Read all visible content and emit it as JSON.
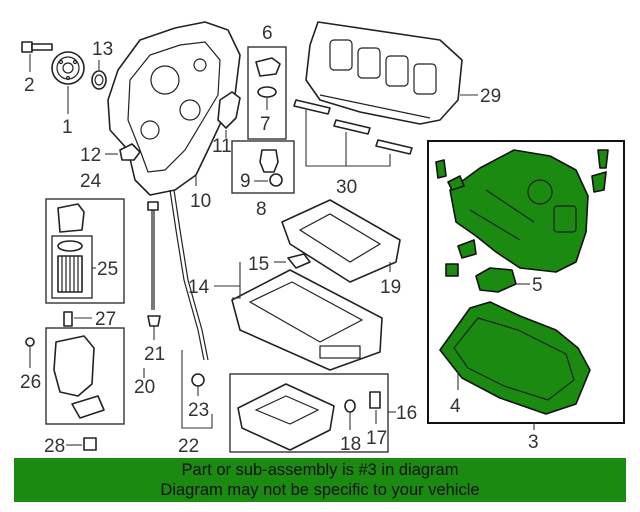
{
  "callouts": [
    "1",
    "2",
    "3",
    "4",
    "5",
    "6",
    "7",
    "8",
    "9",
    "10",
    "11",
    "12",
    "13",
    "14",
    "15",
    "16",
    "17",
    "18",
    "19",
    "20",
    "21",
    "22",
    "23",
    "24",
    "25",
    "26",
    "27",
    "28",
    "29",
    "30"
  ],
  "colors": {
    "highlight": "#1a8a10",
    "ink": "#222222",
    "background": "#ffffff"
  },
  "banner": {
    "line1": "Part or sub-assembly is #3 in diagram",
    "line2": "Diagram may not be specific to your vehicle"
  }
}
